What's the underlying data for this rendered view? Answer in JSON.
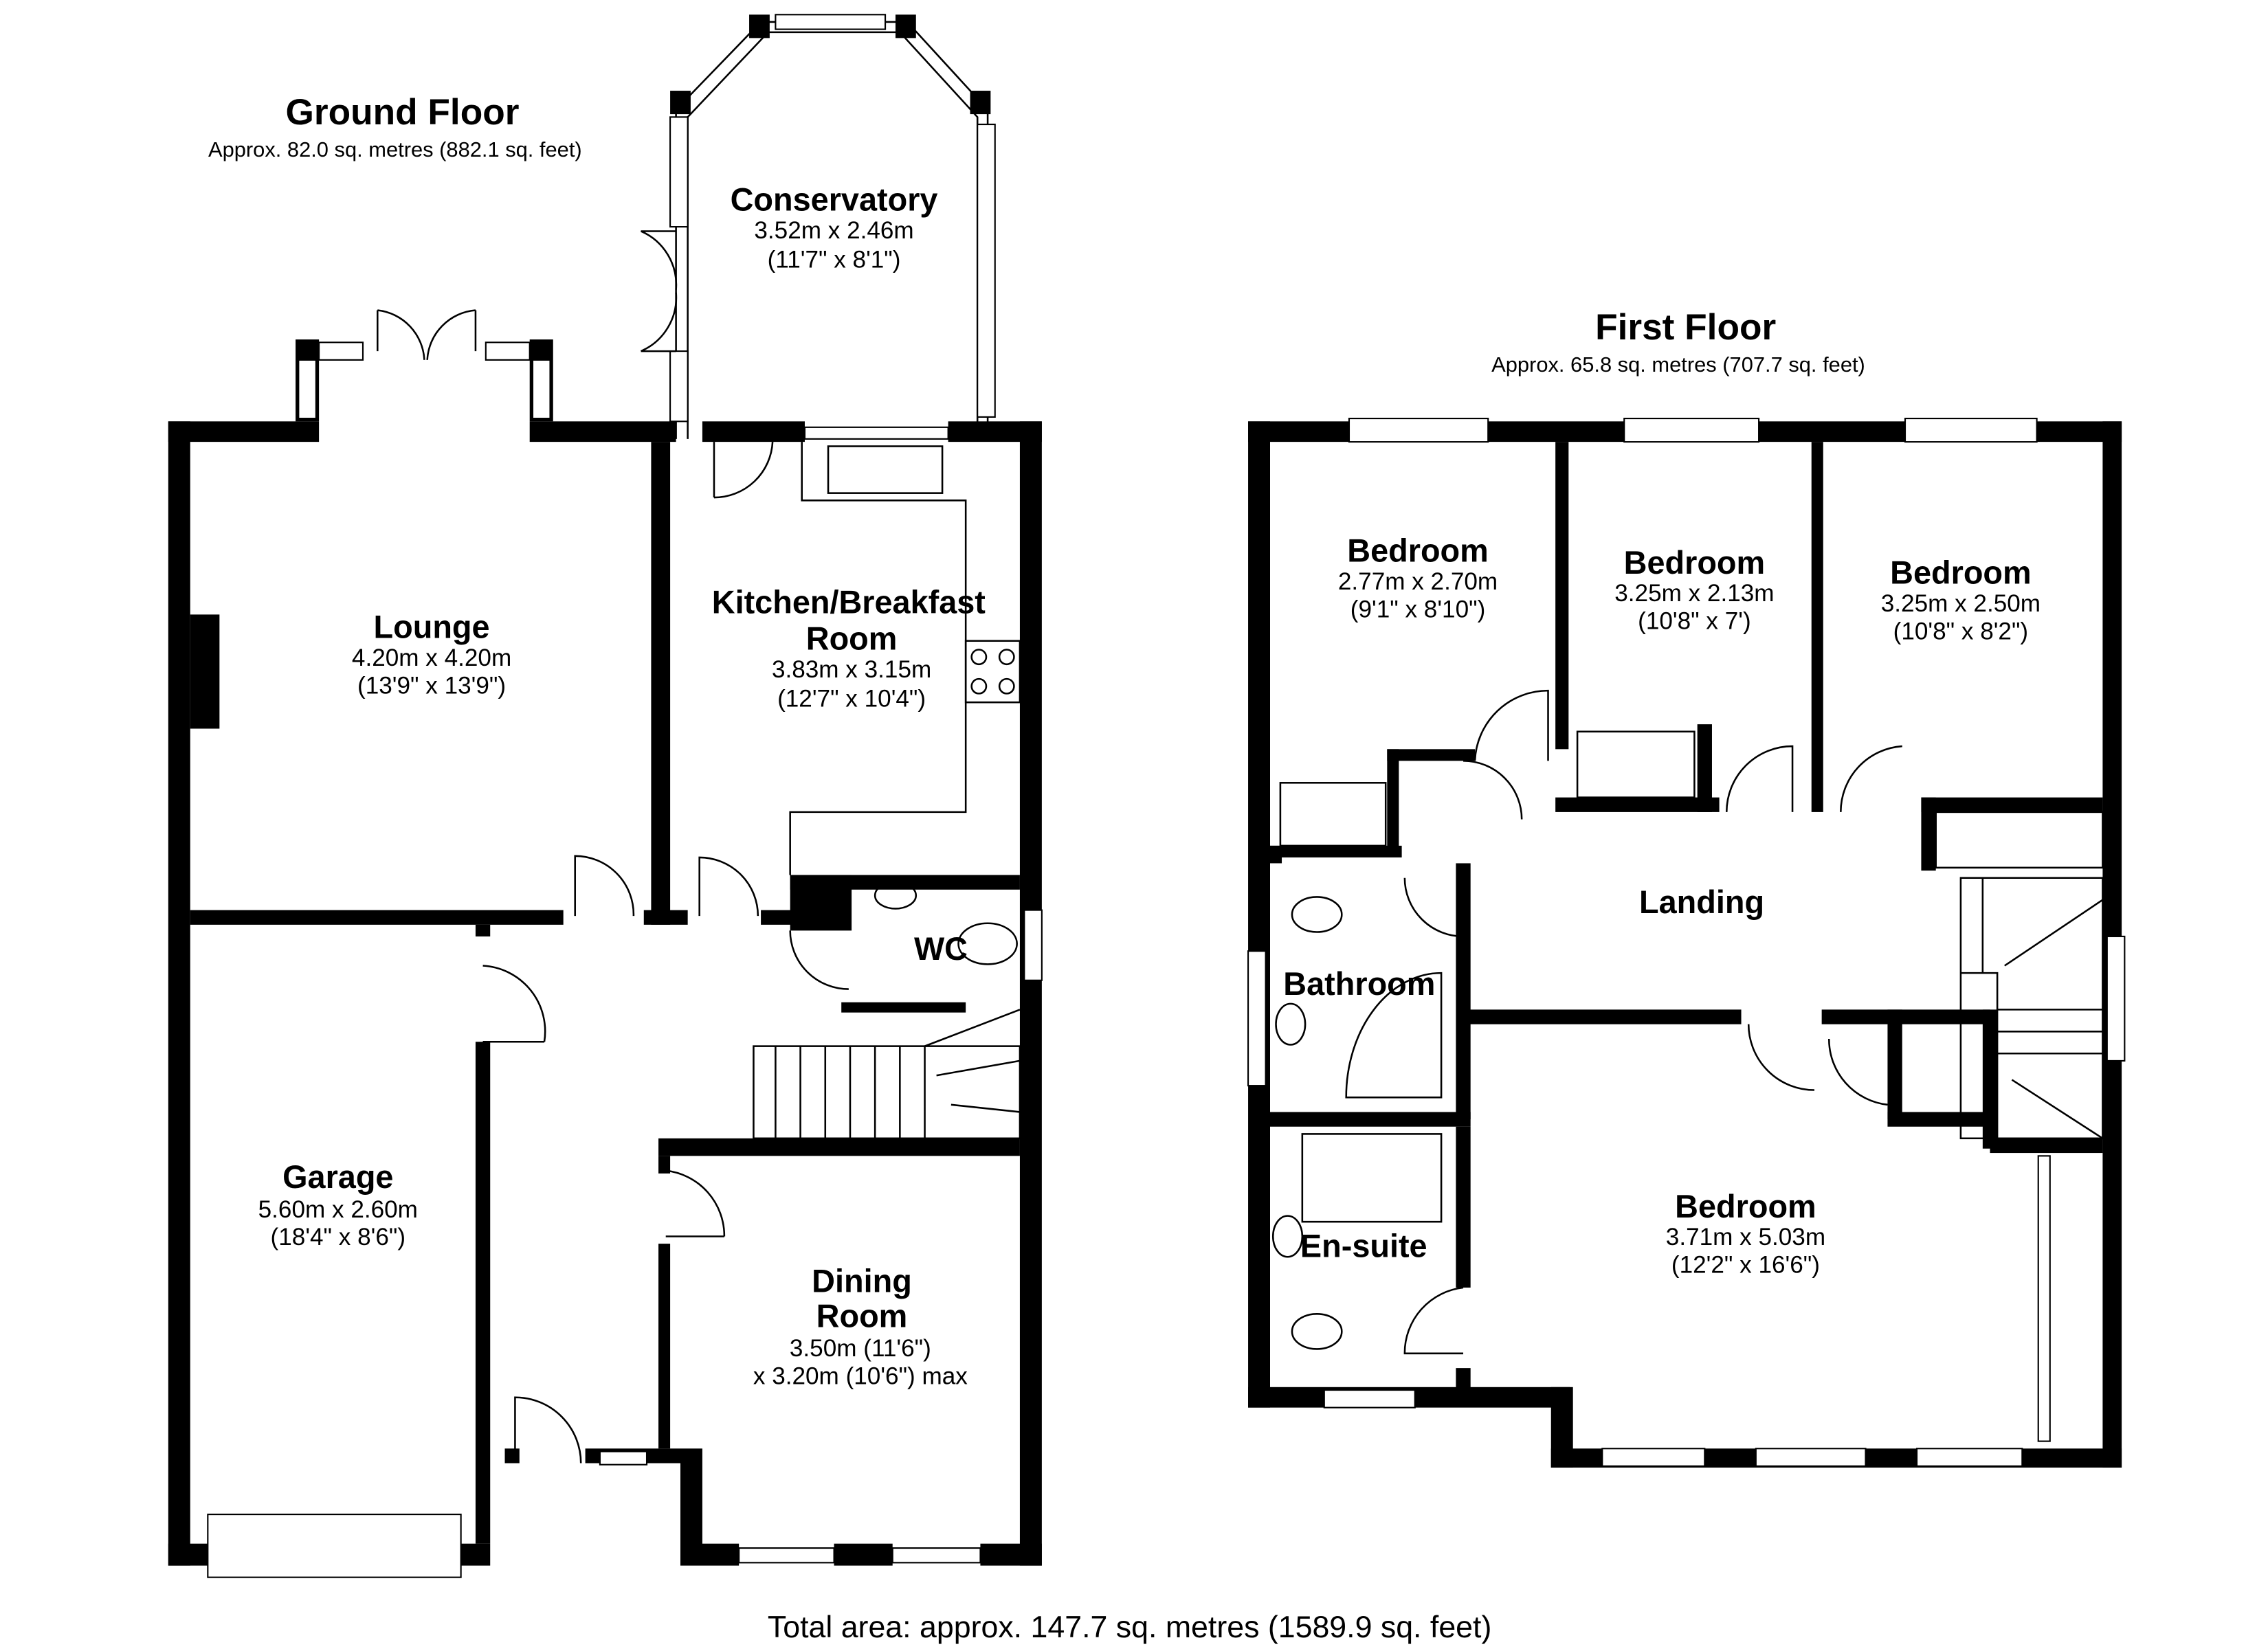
{
  "ground_floor": {
    "title": "Ground Floor",
    "area": "Approx. 82.0 sq. metres (882.1 sq. feet)",
    "rooms": [
      {
        "name": "Conservatory",
        "dim1": "3.52m x 2.46m",
        "dim2": "(11'7\" x 8'1\")"
      },
      {
        "name": "Lounge",
        "dim1": "4.20m x 4.20m",
        "dim2": "(13'9\" x 13'9\")"
      },
      {
        "name": "Kitchen/Breakfast",
        "name2": "Room",
        "dim1": "3.83m x 3.15m",
        "dim2": "(12'7\" x 10'4\")"
      },
      {
        "name": "WC"
      },
      {
        "name": "Garage",
        "dim1": "5.60m x 2.60m",
        "dim2": "(18'4\" x 8'6\")"
      },
      {
        "name": "Dining",
        "name2": "Room",
        "dim1": "3.50m (11'6\")",
        "dim2": "x 3.20m (10'6\") max"
      }
    ]
  },
  "first_floor": {
    "title": "First Floor",
    "area": "Approx. 65.8 sq. metres (707.7 sq. feet)",
    "rooms": [
      {
        "name": "Bedroom",
        "dim1": "2.77m x 2.70m",
        "dim2": "(9'1\" x 8'10\")"
      },
      {
        "name": "Bedroom",
        "dim1": "3.25m x 2.13m",
        "dim2": "(10'8\" x 7')"
      },
      {
        "name": "Bedroom",
        "dim1": "3.25m x 2.50m",
        "dim2": "(10'8\" x 8'2\")"
      },
      {
        "name": "Landing"
      },
      {
        "name": "Bathroom"
      },
      {
        "name": "En-suite"
      },
      {
        "name": "Bedroom",
        "dim1": "3.71m x 5.03m",
        "dim2": "(12'2\" x 16'6\")"
      }
    ]
  },
  "total_area": "Total area: approx. 147.7 sq. metres (1589.9 sq. feet)"
}
